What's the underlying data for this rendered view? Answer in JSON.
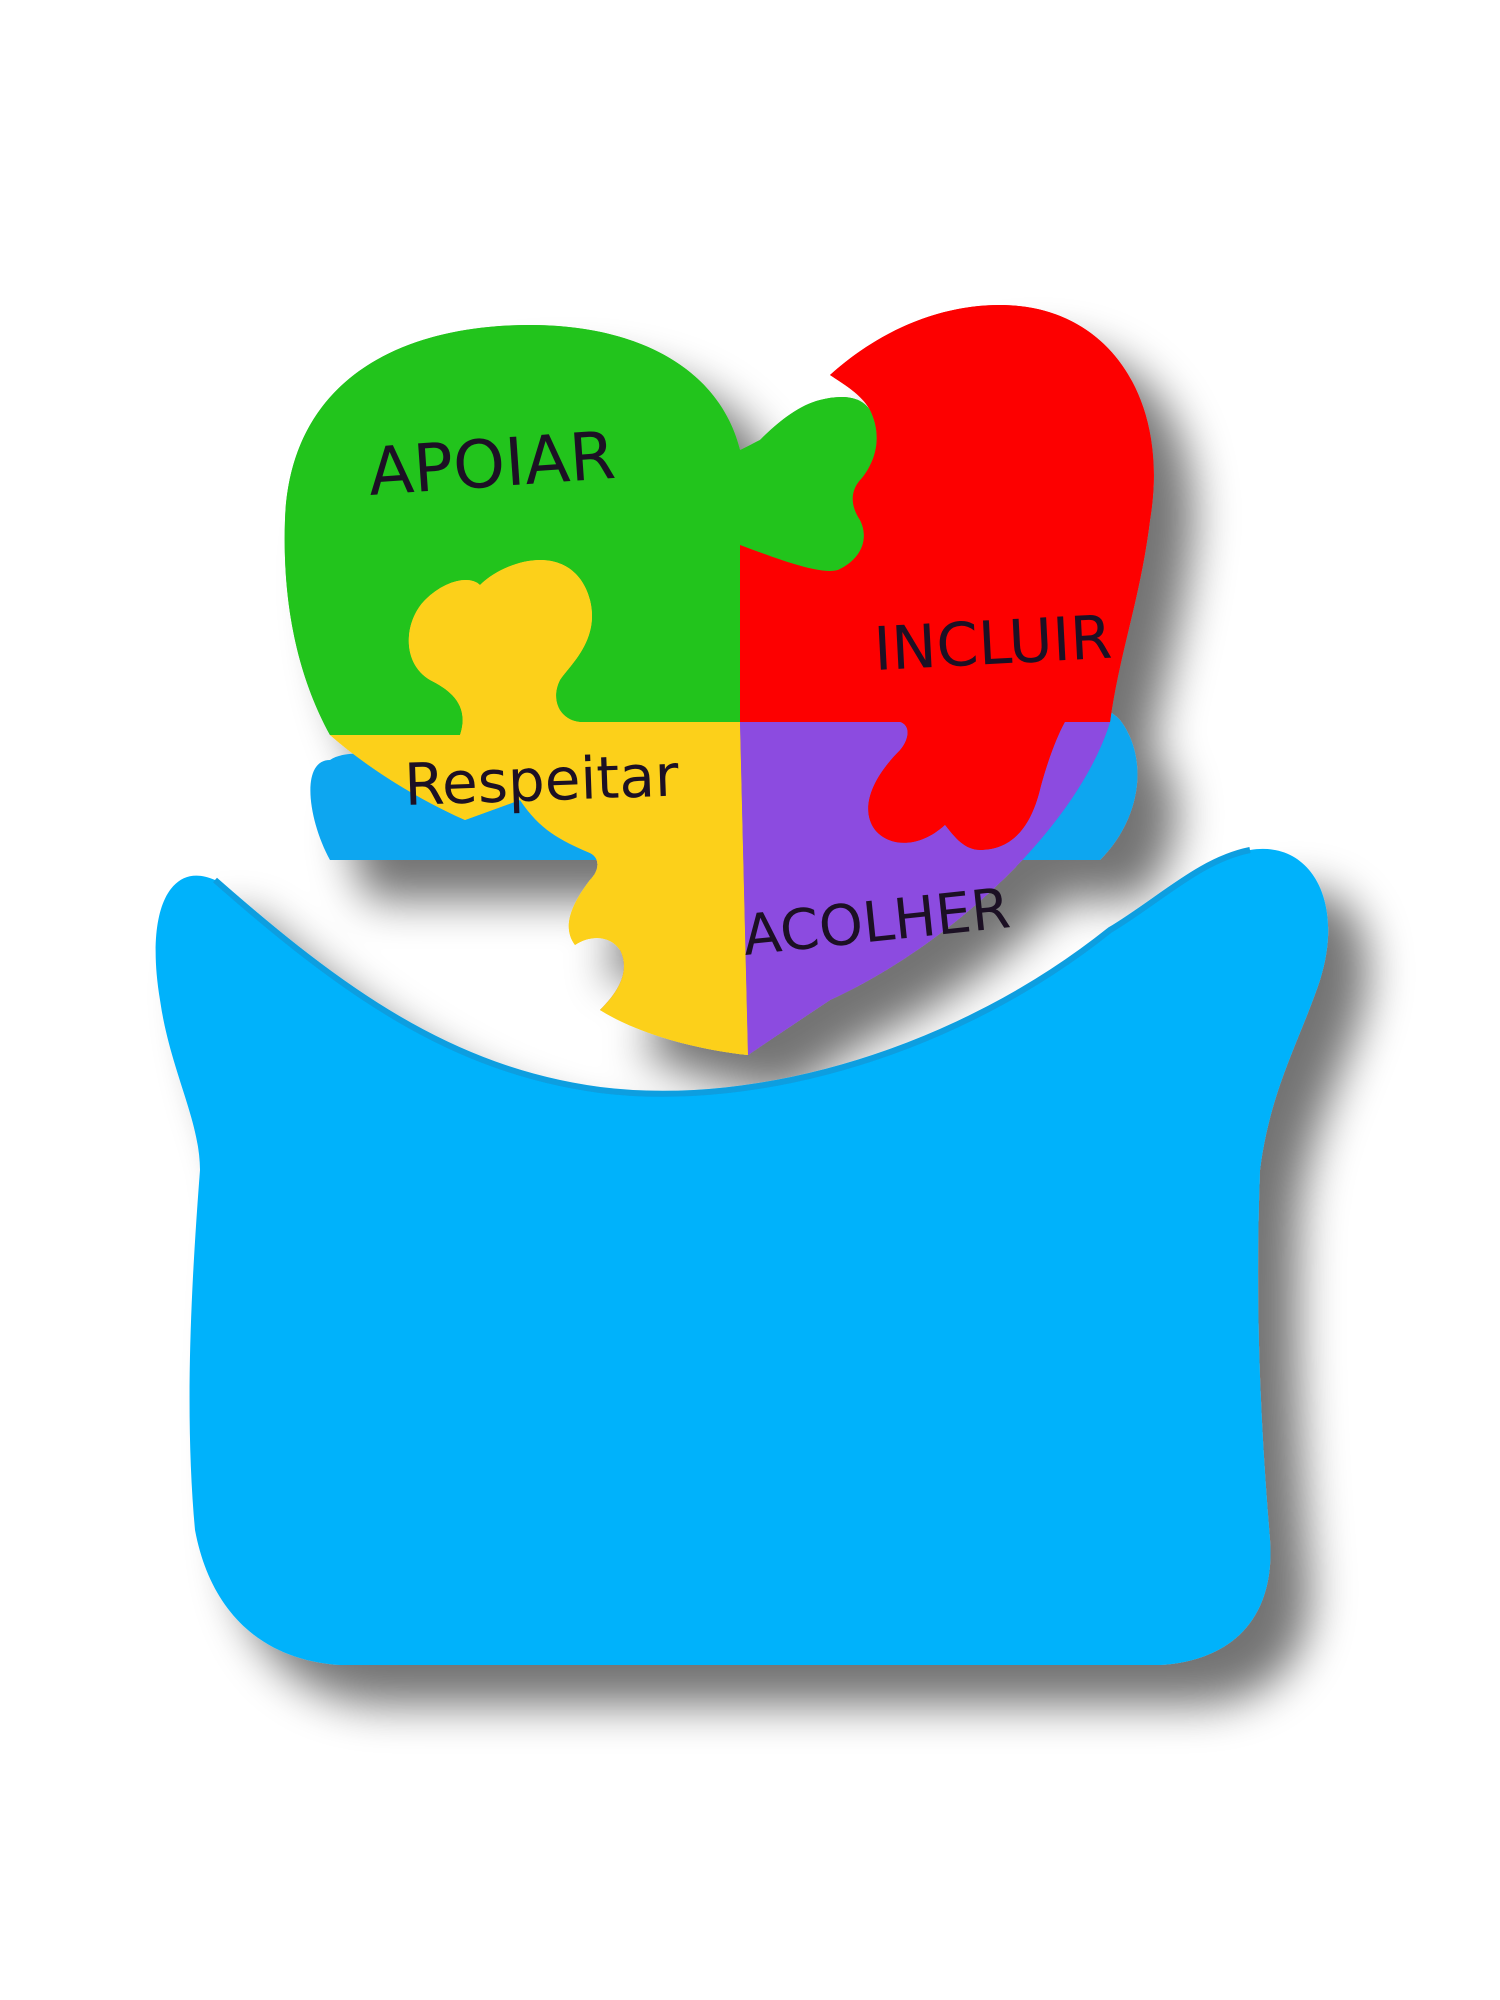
{
  "puzzle": {
    "pieces": [
      {
        "name": "green-piece",
        "color": "#22c41c",
        "label": "APOIAR"
      },
      {
        "name": "red-piece",
        "color": "#fd0000",
        "label": "INCLUIR"
      },
      {
        "name": "yellow-piece",
        "color": "#fcd01a",
        "label": "Respeitar"
      },
      {
        "name": "purple-piece",
        "color": "#8c4be0",
        "label": "ACOLHER"
      }
    ]
  },
  "base": {
    "color_front": "#00b2fb",
    "color_back": "#0aa6f0"
  },
  "background_color": "#ffffff"
}
